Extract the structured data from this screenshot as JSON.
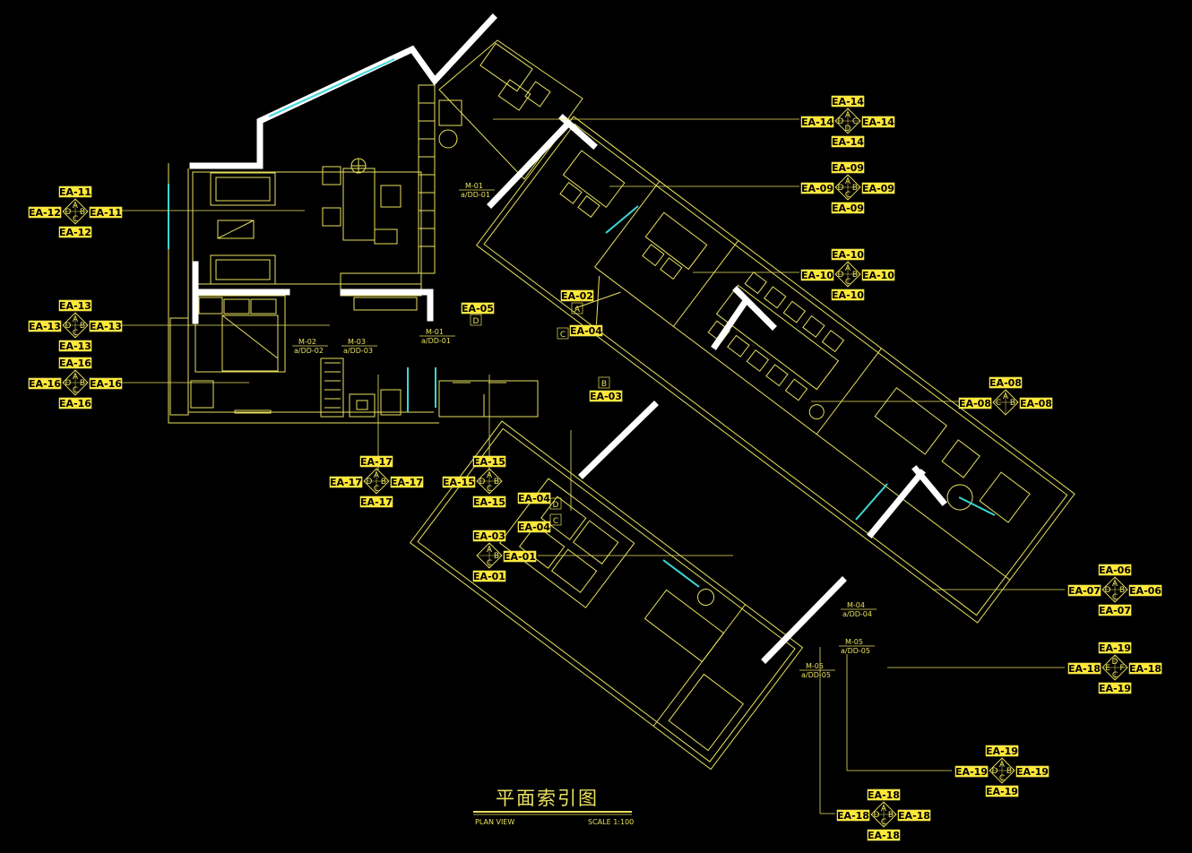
{
  "title": {
    "main": "平面索引图",
    "subtitle": "PLAN VIEW",
    "scale": "SCALE 1:100"
  },
  "colors": {
    "background": "#000000",
    "line": "#e8e060",
    "tag_fill": "#ffe838",
    "tag_text": "#000000",
    "wall": "#ffffff",
    "window": "#3fd6d6"
  },
  "door_markers": [
    {
      "code": "M-01",
      "ref": "a/DD-01"
    },
    {
      "code": "M-01",
      "ref": "a/DD-01"
    },
    {
      "code": "M-02",
      "ref": "a/DD-02"
    },
    {
      "code": "M-03",
      "ref": "a/DD-03"
    },
    {
      "code": "M-04",
      "ref": "a/DD-04"
    },
    {
      "code": "M-05",
      "ref": "a/DD-05"
    },
    {
      "code": "M-05",
      "ref": "a/DD-05"
    }
  ],
  "index_symbols": [
    {
      "id": "sym-14",
      "top": "EA-14",
      "left": "EA-14",
      "right": "EA-14",
      "bottom": "EA-14",
      "letters": [
        "A",
        "D",
        "C",
        "D"
      ]
    },
    {
      "id": "sym-09",
      "top": "EA-09",
      "left": "EA-09",
      "right": "EA-09",
      "bottom": "EA-09",
      "letters": [
        "A",
        "D",
        "B",
        "C"
      ]
    },
    {
      "id": "sym-10",
      "top": "EA-10",
      "left": "EA-10",
      "right": "EA-10",
      "bottom": "EA-10",
      "letters": [
        "A",
        "D",
        "B",
        "C"
      ]
    },
    {
      "id": "sym-11",
      "top": "EA-11",
      "left": "EA-12",
      "right": "EA-11",
      "bottom": "EA-12",
      "letters": [
        "A",
        "D",
        "B",
        "C"
      ]
    },
    {
      "id": "sym-13",
      "top": "EA-13",
      "left": "EA-13",
      "right": "EA-13",
      "bottom": "EA-13",
      "letters": [
        "A",
        "D",
        "B",
        "C"
      ]
    },
    {
      "id": "sym-16",
      "top": "EA-16",
      "left": "EA-16",
      "right": "EA-16",
      "bottom": "EA-16",
      "letters": [
        "A",
        "D",
        "B",
        "C"
      ]
    },
    {
      "id": "sym-08",
      "top": "EA-08",
      "left": "EA-08",
      "right": "EA-08",
      "bottom": "",
      "letters": [
        "A",
        "C",
        "B",
        ""
      ]
    },
    {
      "id": "sym-17",
      "top": "EA-17",
      "left": "EA-17",
      "right": "EA-17",
      "bottom": "EA-17",
      "letters": [
        "A",
        "D",
        "B",
        "C"
      ]
    },
    {
      "id": "sym-15",
      "top": "EA-15",
      "left": "EA-15",
      "right": "",
      "bottom": "EA-15",
      "letters": [
        "A",
        "D",
        "B",
        "C"
      ]
    },
    {
      "id": "sym-01",
      "top": "EA-03",
      "left": "",
      "right": "EA-01",
      "bottom": "EA-01",
      "letters": [
        "A",
        "",
        "B",
        "C"
      ]
    },
    {
      "id": "sym-06",
      "top": "EA-06",
      "left": "EA-07",
      "right": "EA-06",
      "bottom": "EA-07",
      "letters": [
        "A",
        "D",
        "B",
        "C"
      ]
    },
    {
      "id": "sym-18",
      "top": "EA-19",
      "left": "EA-18",
      "right": "EA-18",
      "bottom": "EA-19",
      "letters": [
        "D",
        "E",
        "F",
        "C"
      ]
    },
    {
      "id": "sym-19",
      "top": "EA-19",
      "left": "EA-19",
      "right": "EA-19",
      "bottom": "EA-19",
      "letters": [
        "A",
        "D",
        "B",
        "C"
      ]
    },
    {
      "id": "sym-18b",
      "top": "EA-18",
      "left": "EA-18",
      "right": "EA-18",
      "bottom": "EA-18",
      "letters": [
        "A",
        "D",
        "B",
        "C"
      ]
    }
  ],
  "single_tags": [
    {
      "id": "tag-02",
      "label": "EA-02",
      "letter": "A"
    },
    {
      "id": "tag-05",
      "label": "EA-05",
      "letter": "D"
    },
    {
      "id": "tag-04a",
      "label": "EA-04",
      "letter": "C"
    },
    {
      "id": "tag-03",
      "label": "EA-03",
      "letter": "B"
    },
    {
      "id": "tag-04b",
      "label": "EA-04",
      "letter": "D"
    },
    {
      "id": "tag-04c",
      "label": "EA-04",
      "letter": "C"
    }
  ]
}
